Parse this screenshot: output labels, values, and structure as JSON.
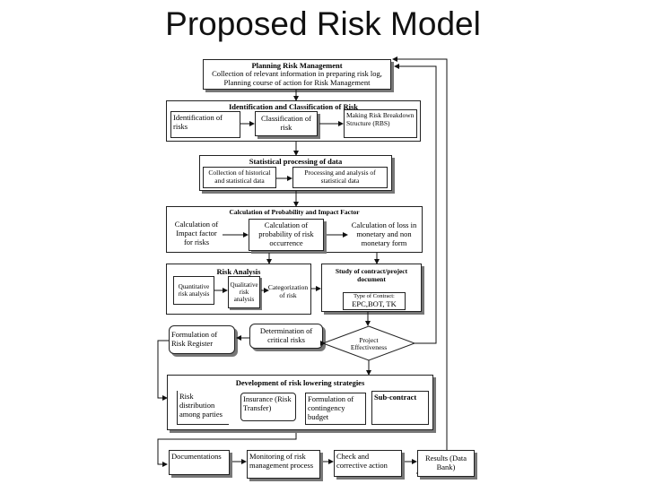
{
  "title": "Proposed Risk Model",
  "planning": {
    "heading": "Planning Risk Management",
    "line1": "Collection of relevant information in preparing risk log,",
    "line2": "Planning course of action for Risk Management"
  },
  "identification": {
    "heading": "Identification and Classification of Risk",
    "identify": "Identification of risks",
    "classify": "Classification of risk",
    "rbs": "Making Risk Breakdown Structure (RBS)"
  },
  "statistical": {
    "heading": "Statistical processing of data",
    "collection": "Collection of historical and statistical data",
    "processing": "Processing and analysis of statistical data"
  },
  "calculation": {
    "heading": "Calculation of Probability and Impact Factor",
    "impact": "Calculation of Impact factor for risks",
    "probability": "Calculation of probability of risk occurrence",
    "loss": "Calculation of loss in monetary and non monetary form"
  },
  "analysis": {
    "heading": "Risk Analysis",
    "quantitative": "Quantitative risk analysis",
    "qualitative": "Qualitative risk analysis",
    "categorization": "Categorization of risk"
  },
  "contract": {
    "heading": "Study of contract/project document",
    "type_label": "Type of Contract:",
    "type_value": "EPC,BOT, TK"
  },
  "register": "Formulation of Risk Register",
  "critical": "Determination of critical risks",
  "effectiveness": "Project Effectiveness",
  "strategies": {
    "heading": "Development of risk lowering strategies",
    "distribution": "Risk distribution among parties",
    "insurance": "Insurance (Risk Transfer)",
    "contingency": "Formulation of contingency budget",
    "subcontract": "Sub-contract"
  },
  "final": {
    "documentations": "Documentations",
    "monitoring": "Monitoring of risk management process",
    "check": "Check and corrective action",
    "results": "Results (Data Bank)"
  }
}
